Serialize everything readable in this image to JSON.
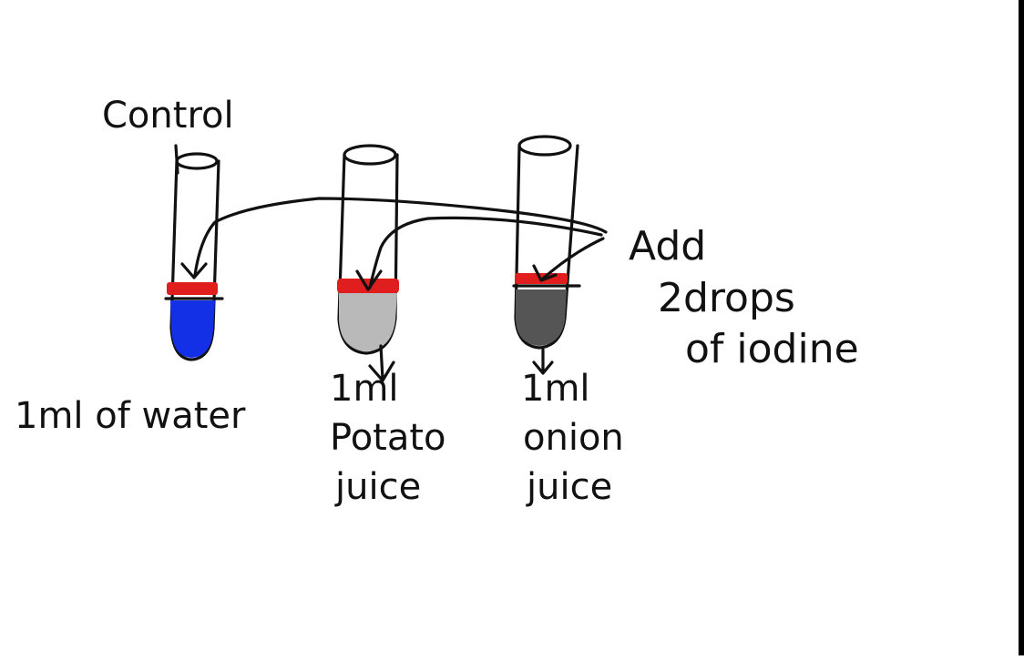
{
  "colors": {
    "ink": "#111111",
    "iodine_band": "#e01e1e",
    "water_blue": "#1430e6",
    "potato_gray": "#b9b9b9",
    "onion_dark": "#555555",
    "frame_bar": "#000000"
  },
  "diagram": {
    "control_label": "Control",
    "tubes": [
      {
        "key": "water",
        "label_lines": [
          "1ml of water"
        ]
      },
      {
        "key": "potato",
        "label_lines": [
          "1ml",
          "Potato",
          "juice"
        ]
      },
      {
        "key": "onion",
        "label_lines": [
          "1ml",
          "onion",
          "juice"
        ]
      }
    ],
    "add_label_lines": [
      "Add",
      "2drops",
      "of iodine"
    ]
  }
}
